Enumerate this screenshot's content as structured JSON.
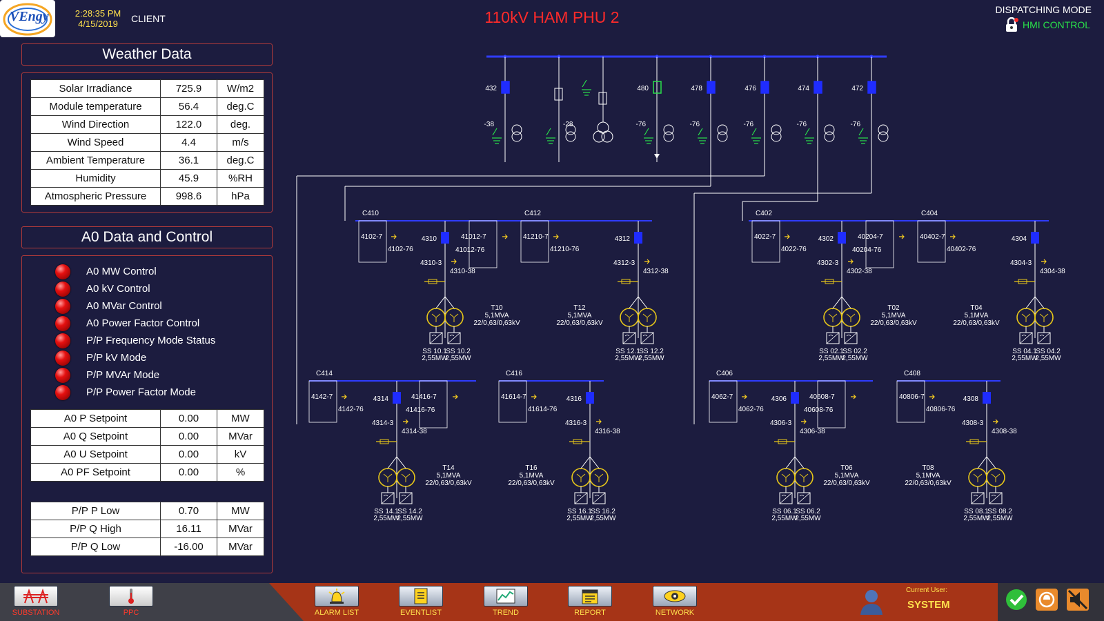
{
  "header": {
    "time": "2:28:35 PM",
    "date": "4/15/2019",
    "client_label": "CLIENT",
    "title": "110kV HAM PHU 2",
    "dispatch_mode": "DISPATCHING MODE",
    "control_mode": "HMI CONTROL",
    "logo_text": "VEngy"
  },
  "weather": {
    "title": "Weather Data",
    "rows": [
      {
        "label": "Solar Irradiance",
        "value": "725.9",
        "unit": "W/m2"
      },
      {
        "label": "Module temperature",
        "value": "56.4",
        "unit": "deg.C"
      },
      {
        "label": "Wind Direction",
        "value": "122.0",
        "unit": "deg."
      },
      {
        "label": "Wind Speed",
        "value": "4.4",
        "unit": "m/s"
      },
      {
        "label": "Ambient Temperature",
        "value": "36.1",
        "unit": "deg.C"
      },
      {
        "label": "Humidity",
        "value": "45.9",
        "unit": "%RH"
      },
      {
        "label": "Atmospheric Pressure",
        "value": "998.6",
        "unit": "hPa"
      }
    ]
  },
  "a0": {
    "title": "A0 Data and Control",
    "controls": [
      "A0 MW Control",
      "A0 kV Control",
      "A0 MVar Control",
      "A0 Power Factor Control",
      "P/P Frequency Mode Status",
      "P/P kV Mode",
      "P/P MVAr Mode",
      "P/P Power Factor Mode"
    ],
    "setpoints": [
      {
        "label": "A0 P Setpoint",
        "value": "0.00",
        "unit": "MW"
      },
      {
        "label": "A0 Q Setpoint",
        "value": "0.00",
        "unit": "MVar"
      },
      {
        "label": "A0 U Setpoint",
        "value": "0.00",
        "unit": "kV"
      },
      {
        "label": "A0 PF Setpoint",
        "value": "0.00",
        "unit": "%"
      }
    ],
    "limits": [
      {
        "label": "P/P P Low",
        "value": "0.70",
        "unit": "MW"
      },
      {
        "label": "P/P Q High",
        "value": "16.11",
        "unit": "MVar"
      },
      {
        "label": "P/P Q Low",
        "value": "-16.00",
        "unit": "MVar"
      }
    ]
  },
  "diagram": {
    "top_breakers": [
      {
        "id": "432",
        "earth": "-38",
        "green": false
      },
      {
        "id": "",
        "earth": "-28",
        "green": false
      },
      {
        "id": "480",
        "earth": "-76",
        "green": true
      },
      {
        "id": "478",
        "earth": "-76",
        "green": false
      },
      {
        "id": "476",
        "earth": "-76",
        "green": false
      },
      {
        "id": "474",
        "earth": "-76",
        "green": false
      },
      {
        "id": "472",
        "earth": "-76",
        "green": false
      }
    ],
    "feeders": [
      {
        "bus": "C410",
        "left_sw": "4102-7",
        "left_sw2": "4102-76",
        "cb": "4310",
        "cb3": "4310-3",
        "cb38": "4310-38",
        "right_sw": "41012-7",
        "right_sw2": "41012-76",
        "tx": "T10",
        "tx_rating": "5,1MVA",
        "tx_volt": "22/0,63/0,63kV",
        "ss1": "SS 10.1",
        "ss2": "SS 10.2",
        "ss_mw": "2,55MW",
        "tx_label_side": "right"
      },
      {
        "bus": "C412",
        "left_sw": "41210-7",
        "left_sw2": "41210-76",
        "cb": "4312",
        "cb3": "4312-3",
        "cb38": "4312-38",
        "right_sw": "",
        "right_sw2": "",
        "tx": "T12",
        "tx_rating": "5,1MVA",
        "tx_volt": "22/0,63/0,63kV",
        "ss1": "SS 12.1",
        "ss2": "SS 12.2",
        "ss_mw": "2,55MW",
        "tx_label_side": "left"
      },
      {
        "bus": "C402",
        "left_sw": "4022-7",
        "left_sw2": "4022-76",
        "cb": "4302",
        "cb3": "4302-3",
        "cb38": "4302-38",
        "right_sw": "40204-7",
        "right_sw2": "40204-76",
        "tx": "T02",
        "tx_rating": "5,1MVA",
        "tx_volt": "22/0,63/0,63kV",
        "ss1": "SS 02.1",
        "ss2": "SS 02.2",
        "ss_mw": "2,55MW",
        "tx_label_side": "right"
      },
      {
        "bus": "C404",
        "left_sw": "40402-7",
        "left_sw2": "40402-76",
        "cb": "4304",
        "cb3": "4304-3",
        "cb38": "4304-38",
        "right_sw": "",
        "right_sw2": "",
        "tx": "T04",
        "tx_rating": "5,1MVA",
        "tx_volt": "22/0,63/0,63kV",
        "ss1": "SS 04.1",
        "ss2": "SS 04.2",
        "ss_mw": "2,55MW",
        "tx_label_side": "left"
      },
      {
        "bus": "C414",
        "left_sw": "4142-7",
        "left_sw2": "4142-76",
        "cb": "4314",
        "cb3": "4314-3",
        "cb38": "4314-38",
        "right_sw": "41416-7",
        "right_sw2": "41416-76",
        "tx": "T14",
        "tx_rating": "5,1MVA",
        "tx_volt": "22/0,63/0,63kV",
        "ss1": "SS 14.1",
        "ss2": "SS 14.2",
        "ss_mw": "2,55MW",
        "tx_label_side": "right"
      },
      {
        "bus": "C416",
        "left_sw": "41614-7",
        "left_sw2": "41614-76",
        "cb": "4316",
        "cb3": "4316-3",
        "cb38": "4316-38",
        "right_sw": "",
        "right_sw2": "",
        "tx": "T16",
        "tx_rating": "5,1MVA",
        "tx_volt": "22/0,63/0,63kV",
        "ss1": "SS 16.1",
        "ss2": "SS 16.2",
        "ss_mw": "2,55MW",
        "tx_label_side": "left"
      },
      {
        "bus": "C406",
        "left_sw": "4062-7",
        "left_sw2": "4062-76",
        "cb": "4306",
        "cb3": "4306-3",
        "cb38": "4306-38",
        "right_sw": "40608-7",
        "right_sw2": "40608-76",
        "tx": "T06",
        "tx_rating": "5,1MVA",
        "tx_volt": "22/0,63/0,63kV",
        "ss1": "SS 06.1",
        "ss2": "SS 06.2",
        "ss_mw": "2,55MW",
        "tx_label_side": "right"
      },
      {
        "bus": "C408",
        "left_sw": "40806-7",
        "left_sw2": "40806-76",
        "cb": "4308",
        "cb3": "4308-3",
        "cb38": "4308-38",
        "right_sw": "",
        "right_sw2": "",
        "tx": "T08",
        "tx_rating": "5,1MVA",
        "tx_volt": "22/0,63/0,63kV",
        "ss1": "SS 08.1",
        "ss2": "SS 08.2",
        "ss_mw": "2,55MW",
        "tx_label_side": "left"
      }
    ]
  },
  "nav": {
    "substation": "SUBSTATION",
    "ppc": "PPC",
    "alarm": "ALARM LIST",
    "event": "EVENTLIST",
    "trend": "TREND",
    "report": "REPORT",
    "network": "NETWORK",
    "current_user_label": "Current User:",
    "current_user": "SYSTEM"
  },
  "colors": {
    "background": "#1c1c3f",
    "bus": "#2f3cff",
    "breaker": "#1f2cff",
    "transformer": "#e6c619",
    "earth": "#29e04a",
    "title": "#ff2a2a"
  }
}
